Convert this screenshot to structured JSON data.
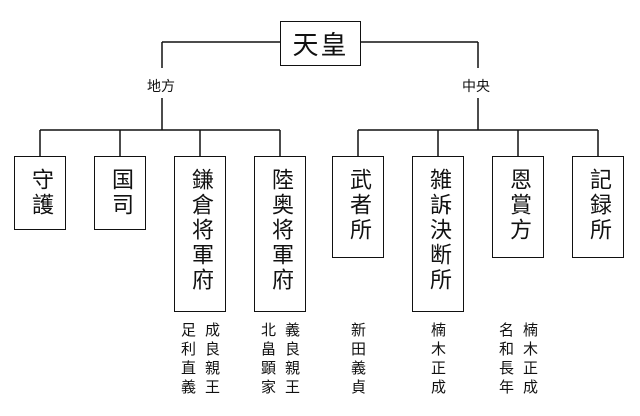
{
  "root": {
    "label": "天皇"
  },
  "branches": {
    "left": "地方",
    "right": "中央"
  },
  "offices": [
    {
      "id": "shugo",
      "label": "守護",
      "people": []
    },
    {
      "id": "kokushi",
      "label": "国司",
      "people": []
    },
    {
      "id": "kamakura",
      "label": "鎌倉将軍府",
      "people": [
        "成良親王",
        "足利直義"
      ]
    },
    {
      "id": "mutsu",
      "label": "陸奥将軍府",
      "people": [
        "義良親王",
        "北畠顕家"
      ]
    },
    {
      "id": "mushadokoro",
      "label": "武者所",
      "people": [
        "新田義貞"
      ]
    },
    {
      "id": "zasso",
      "label": "雑訴決断所",
      "people": [
        "楠木正成"
      ]
    },
    {
      "id": "onsho",
      "label": "恩賞方",
      "people": [
        "楠木正成",
        "名和長年"
      ]
    },
    {
      "id": "kiroku",
      "label": "記録所",
      "people": []
    }
  ]
}
